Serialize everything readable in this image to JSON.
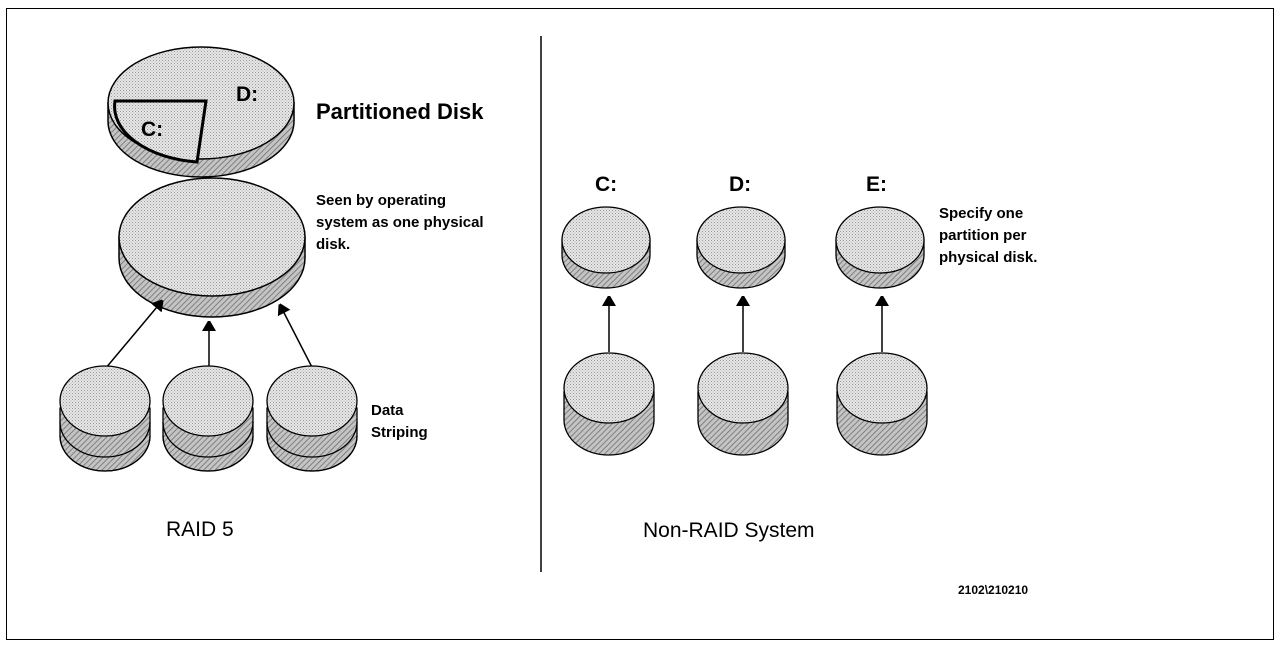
{
  "left_panel": {
    "partitioned_disk_label": "Partitioned Disk",
    "partition_c": "C:",
    "partition_d": "D:",
    "seen_by_os_lines": [
      "Seen by operating",
      "system as one physical",
      "disk."
    ],
    "striping_lines": [
      "Data",
      "Striping"
    ],
    "title": "RAID 5"
  },
  "right_panel": {
    "drives": [
      "C:",
      "D:",
      "E:"
    ],
    "note_lines": [
      "Specify one",
      "partition per",
      "physical disk."
    ],
    "title": "Non-RAID System"
  },
  "figure_id": "2102\\210210",
  "colors": {
    "fill": "#d9d9d9",
    "hatch": "#8f8f8f",
    "stroke": "#000000"
  }
}
